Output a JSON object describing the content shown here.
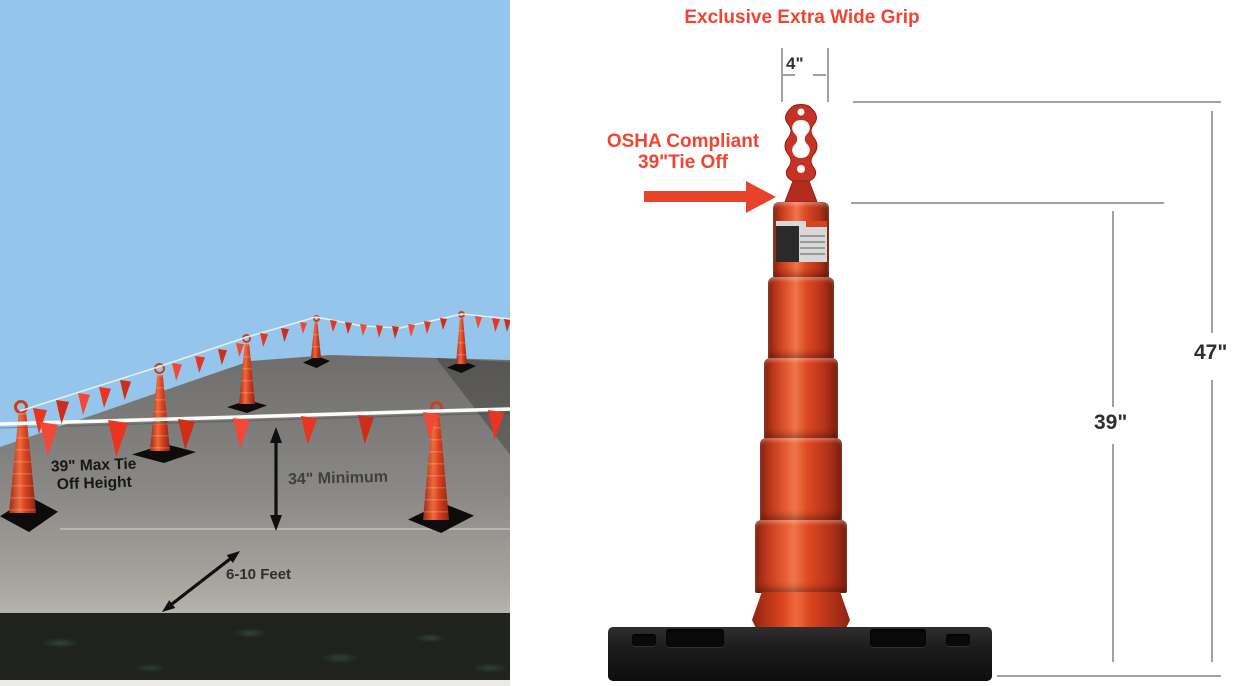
{
  "colors": {
    "sky": "#95c5ea",
    "accent_red": "#ef4532",
    "cone_orange": "#d8431f",
    "flag_red": "#e93520",
    "dimension_line": "#a2a2a2",
    "dimension_text": "#2e2e2e",
    "dark_band": "#20231d"
  },
  "left_panel": {
    "max_tie_label_line1": "39\" Max Tie",
    "max_tie_label_line2": "Off Height",
    "minimum_label": "34\" Minimum",
    "spacing_label": "6-10 Feet"
  },
  "right_panel": {
    "title": "Exclusive Extra Wide Grip",
    "grip_width_label": "4\"",
    "osha_label_line1": "OSHA Compliant",
    "osha_label_line2": "39\"Tie Off",
    "overall_height_label": "47\"",
    "tie_off_height_label": "39\""
  }
}
